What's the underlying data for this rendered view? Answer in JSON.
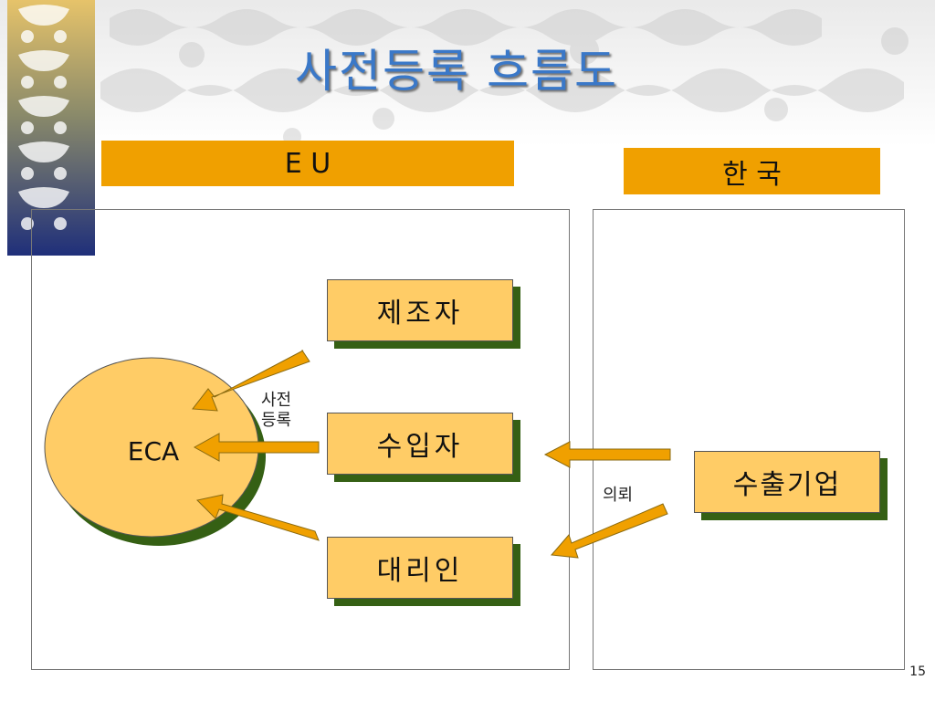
{
  "title": "사전등록 흐름도",
  "headers": {
    "eu": "E U",
    "korea": "한 국"
  },
  "nodes": {
    "eca": "ECA",
    "manufacturer": "제조자",
    "importer": "수입자",
    "agent": "대리인",
    "exporter": "수출기업"
  },
  "labels": {
    "pre_registration": [
      "사전",
      "등록"
    ],
    "request": "의뢰"
  },
  "page_number": "15",
  "colors": {
    "header": "#f0a000",
    "box_fill": "#ffcc66",
    "box_shadow": "#356014",
    "arrow": "#f0a000",
    "title": "#3a78c8"
  }
}
